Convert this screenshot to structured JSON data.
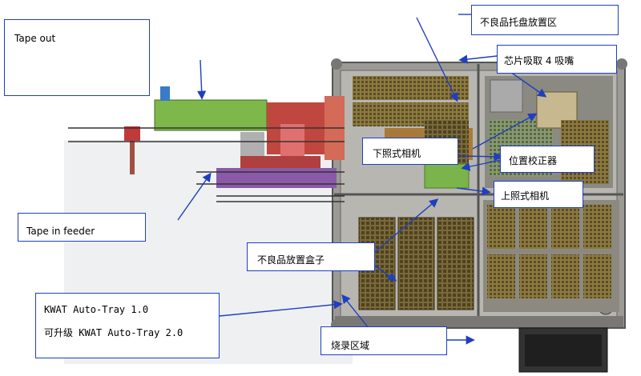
{
  "callouts": {
    "tape_out": "Tape out",
    "tape_in_feeder": "Tape in feeder",
    "kwat_line1": "KWAT Auto-Tray 1.0",
    "kwat_line2": "可升级 KWAT Auto-Tray 2.0",
    "reject_tray_zone": "不良品托盘放置区",
    "pick_4_nozzle": "芯片吸取 4 吸嘴",
    "down_camera": "下照式相机",
    "position_corrector": "位置校正器",
    "up_camera": "上照式相机",
    "reject_box": "不良品放置盒子",
    "burn_zone": "烧录区域"
  },
  "colors": {
    "callout_border": "#1f3fbf",
    "arrow": "#1f3fbf",
    "frame": "#6a6a6a",
    "tray_brown": "#6b5a2a",
    "board_green": "#7eb84a",
    "feeder_red": "#c0473f",
    "feeder_purple": "#8a5aa8",
    "deck_gray": "#9a9a96"
  }
}
